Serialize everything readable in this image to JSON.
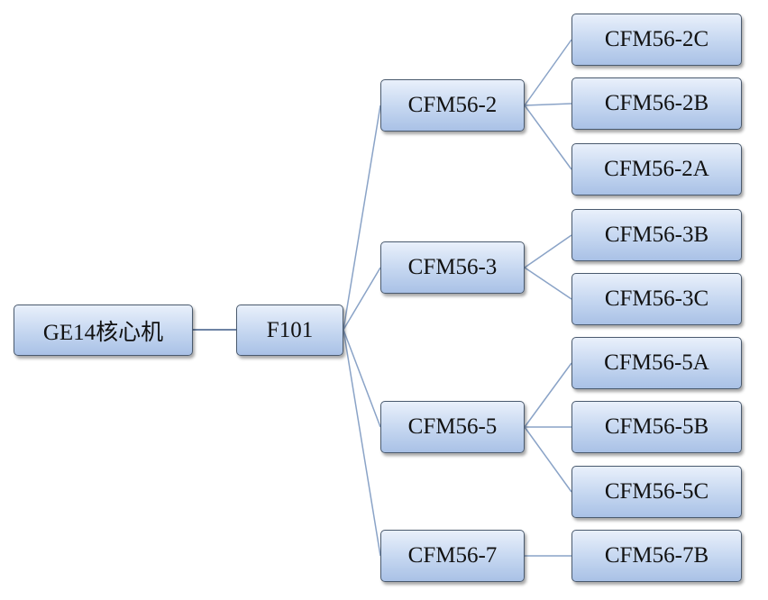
{
  "diagram": {
    "root": "GE14核心机",
    "level1": "F101",
    "level2": [
      "CFM56-2",
      "CFM56-3",
      "CFM56-5",
      "CFM56-7"
    ],
    "level3": {
      "CFM56-2": [
        "CFM56-2C",
        "CFM56-2B",
        "CFM56-2A"
      ],
      "CFM56-3": [
        "CFM56-3B",
        "CFM56-3C"
      ],
      "CFM56-5": [
        "CFM56-5A",
        "CFM56-5B",
        "CFM56-5C"
      ],
      "CFM56-7": [
        "CFM56-7B"
      ]
    }
  },
  "colors": {
    "node_top": "#e9f0fb",
    "node_bottom": "#a9c1e6",
    "node_border": "#4a5a6e",
    "link": "#8aa3c7",
    "root_link": "#3e5a86"
  }
}
